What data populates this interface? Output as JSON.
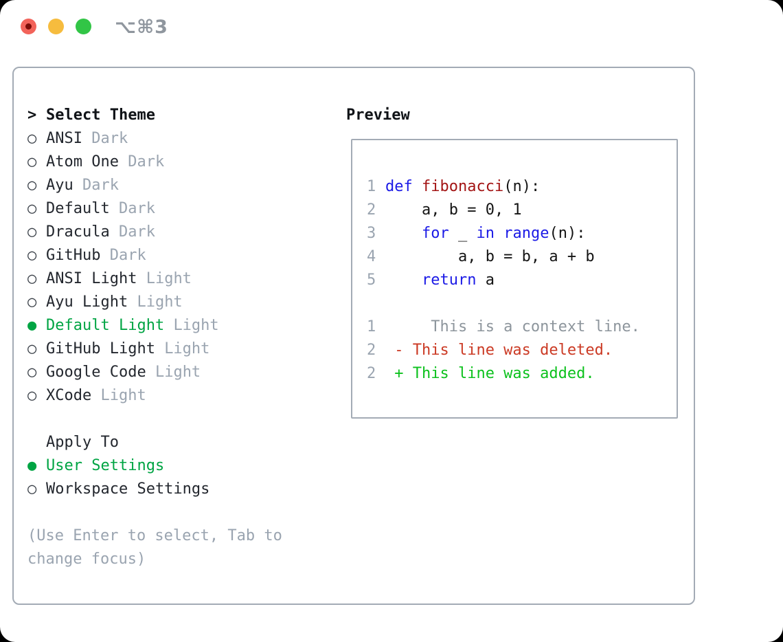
{
  "window": {
    "title": "⌥⌘3",
    "traffic_lights": [
      "close",
      "minimize",
      "zoom"
    ]
  },
  "colors": {
    "accent_green": "#00a443",
    "added_green": "#0cc11d",
    "deleted_red": "#cb3a24",
    "keyword_blue": "#1b1ae6",
    "function_red": "#a31414",
    "muted_gray": "#9aa4b0",
    "border_gray": "#a3abb5",
    "text_dark": "#23272e",
    "context_gray": "#8d959c",
    "titlebar_gray": "#8f969e",
    "traffic_red": "#f2635a",
    "traffic_yellow": "#f6bc3e",
    "traffic_green": "#32c546"
  },
  "theme_picker": {
    "prompt": ">",
    "title": "Select Theme",
    "themes": [
      {
        "name": "ANSI",
        "variant": "Dark",
        "selected": false
      },
      {
        "name": "Atom One",
        "variant": "Dark",
        "selected": false
      },
      {
        "name": "Ayu",
        "variant": "Dark",
        "selected": false
      },
      {
        "name": "Default",
        "variant": "Dark",
        "selected": false
      },
      {
        "name": "Dracula",
        "variant": "Dark",
        "selected": false
      },
      {
        "name": "GitHub",
        "variant": "Dark",
        "selected": false
      },
      {
        "name": "ANSI Light",
        "variant": "Light",
        "selected": false
      },
      {
        "name": "Ayu Light",
        "variant": "Light",
        "selected": false
      },
      {
        "name": "Default Light",
        "variant": "Light",
        "selected": true
      },
      {
        "name": "GitHub Light",
        "variant": "Light",
        "selected": false
      },
      {
        "name": "Google Code",
        "variant": "Light",
        "selected": false
      },
      {
        "name": "XCode",
        "variant": "Light",
        "selected": false
      }
    ],
    "apply_to": {
      "title": "Apply To",
      "options": [
        {
          "label": "User Settings",
          "selected": true
        },
        {
          "label": "Workspace Settings",
          "selected": false
        }
      ]
    },
    "help_lines": [
      "(Use Enter to select, Tab to",
      "change focus)"
    ]
  },
  "preview": {
    "title": "Preview",
    "lines": [
      {
        "num": "1",
        "segments": [
          {
            "text": "def ",
            "style": "kw"
          },
          {
            "text": "fibonacci",
            "style": "fn"
          },
          {
            "text": "(n):",
            "style": "plain"
          }
        ]
      },
      {
        "num": "2",
        "segments": [
          {
            "text": "    a, b = 0, 1",
            "style": "plain"
          }
        ]
      },
      {
        "num": "3",
        "segments": [
          {
            "text": "    ",
            "style": "plain"
          },
          {
            "text": "for",
            "style": "kw"
          },
          {
            "text": " _ ",
            "style": "plain"
          },
          {
            "text": "in",
            "style": "kw"
          },
          {
            "text": " ",
            "style": "plain"
          },
          {
            "text": "range",
            "style": "kw"
          },
          {
            "text": "(n):",
            "style": "plain"
          }
        ]
      },
      {
        "num": "4",
        "segments": [
          {
            "text": "        a, b = b, a + b",
            "style": "plain"
          }
        ]
      },
      {
        "num": "5",
        "segments": [
          {
            "text": "    ",
            "style": "plain"
          },
          {
            "text": "return",
            "style": "kw"
          },
          {
            "text": " a",
            "style": "plain"
          }
        ]
      },
      {
        "num": "",
        "segments": []
      },
      {
        "num": "1",
        "segments": [
          {
            "text": "     This is a context line.",
            "style": "ctx"
          }
        ]
      },
      {
        "num": "2",
        "segments": [
          {
            "text": " - This line was deleted.",
            "style": "del"
          }
        ]
      },
      {
        "num": "2",
        "segments": [
          {
            "text": " + This line was added.",
            "style": "add"
          }
        ]
      }
    ]
  }
}
